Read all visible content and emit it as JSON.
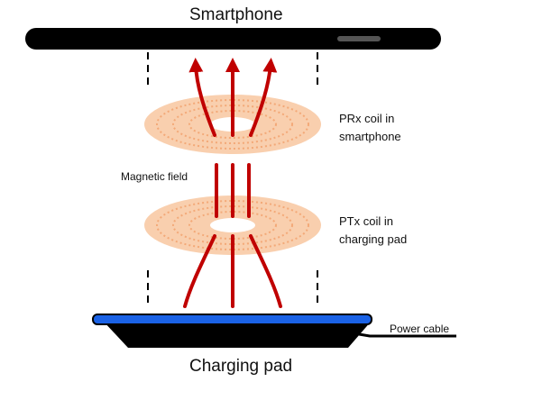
{
  "labels": {
    "top_device": "Smartphone",
    "bottom_device": "Charging pad",
    "receiver_coil_line1": "PRx coil in",
    "receiver_coil_line2": "smartphone",
    "transmitter_coil_line1": "PTx coil in",
    "transmitter_coil_line2": "charging pad",
    "field": "Magnetic field",
    "cable": "Power cable"
  },
  "colors": {
    "phone_body": "#000000",
    "phone_slot": "#555555",
    "arrow": "#c00000",
    "coil": "#f5b88c",
    "pad_top": "#1a62e6",
    "pad_base": "#000000",
    "guide_lines": "#000000"
  }
}
